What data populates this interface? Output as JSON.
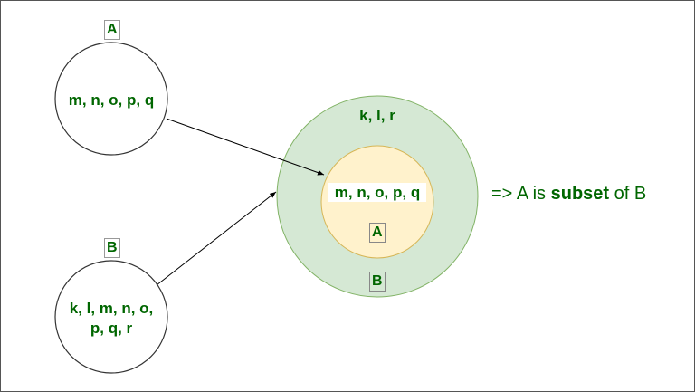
{
  "set_a": {
    "label": "A",
    "elements": "m, n, o, p, q"
  },
  "set_b": {
    "label": "B",
    "elements_line1": "k, l, m, n, o,",
    "elements_line2": "p, q, r"
  },
  "venn": {
    "outer_label": "B",
    "outer_only": "k, l, r",
    "inner_label": "A",
    "inner_elements": "m, n, o, p, q"
  },
  "conclusion": {
    "prefix": "=> A is ",
    "bold": "subset",
    "suffix": " of B"
  },
  "colors": {
    "text": "#006600",
    "outer_fill": "#d5e8d4",
    "outer_stroke": "#82b366",
    "inner_fill": "#fff2cc",
    "inner_stroke": "#d6b656"
  }
}
